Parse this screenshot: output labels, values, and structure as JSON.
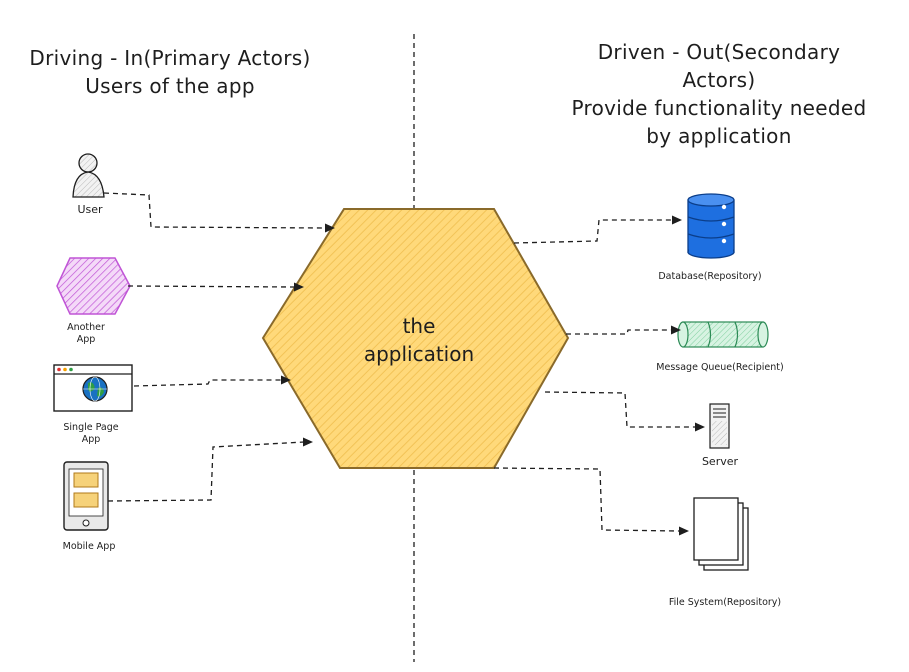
{
  "left_heading": [
    "Driving - In(Primary Actors)",
    "Users of the app"
  ],
  "right_heading": [
    "Driven - Out(Secondary",
    "Actors)",
    "Provide functionality needed",
    "by application"
  ],
  "center_label": [
    "the",
    "application"
  ],
  "primary_actors": {
    "user": "User",
    "another_app": [
      "Another",
      "App"
    ],
    "single_page_app": [
      "Single Page",
      "App"
    ],
    "mobile_app": "Mobile App"
  },
  "secondary_actors": {
    "database": "Database(Repository)",
    "message_queue": "Message Queue(Recipient)",
    "server": "Server",
    "file_system": "File System(Repository)"
  },
  "colors": {
    "hexagon_fill": "#ffd97a",
    "hexagon_stroke": "#8a6a2a",
    "another_app": "#c055d6",
    "database": "#1e6fe0",
    "message_queue": "#3bb273",
    "mobile_screen": "#f6d27a"
  }
}
